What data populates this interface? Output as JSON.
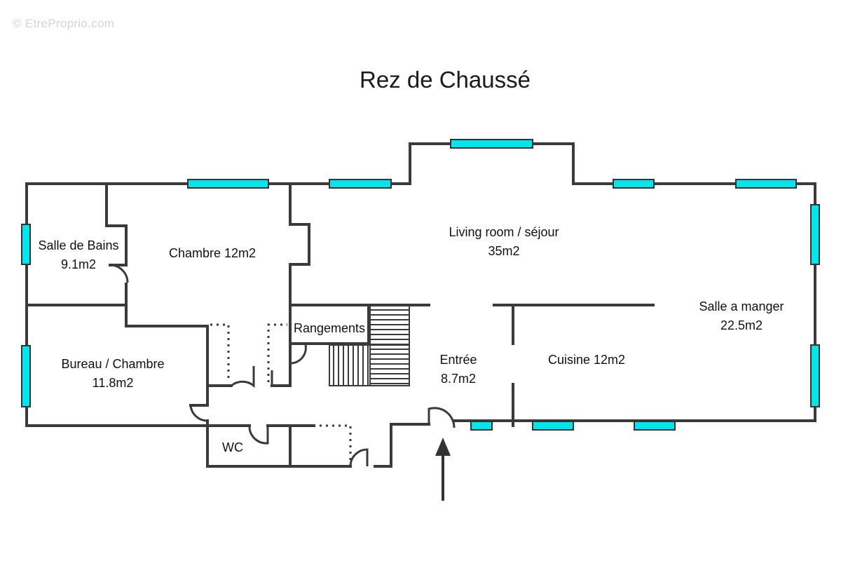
{
  "watermark": "© EtreProprio.com",
  "title": "Rez de Chaussé",
  "rooms": {
    "salle_de_bains": [
      "Salle de Bains",
      "9.1m2"
    ],
    "chambre": [
      "Chambre 12m2"
    ],
    "living": [
      "Living room / séjour",
      "35m2"
    ],
    "salle_a_manger": [
      "Salle a manger",
      "22.5m2"
    ],
    "rangements": [
      "Rangements"
    ],
    "bureau": [
      "Bureau / Chambre",
      "11.8m2"
    ],
    "entree": [
      "Entrée",
      "8.7m2"
    ],
    "cuisine": [
      "Cuisine 12m2"
    ],
    "wc": [
      "WC"
    ]
  },
  "colors": {
    "window": "#00e6ec",
    "wall": "#3a3a3a"
  }
}
